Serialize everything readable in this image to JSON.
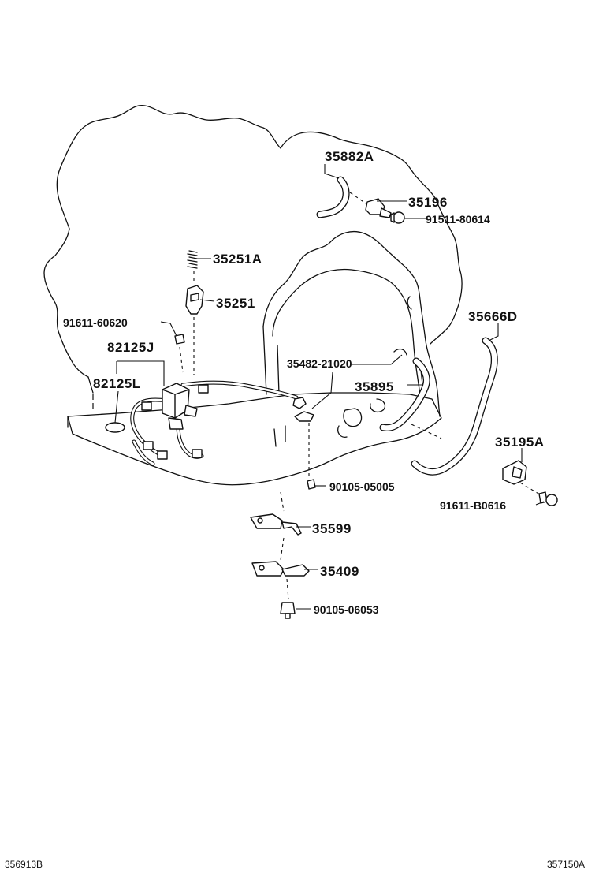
{
  "labels": {
    "p35882A": "35882A",
    "p35196": "35196",
    "p91511": "91511-80614",
    "p35251A": "35251A",
    "p35251": "35251",
    "p91611_60620": "91611-60620",
    "p82125J": "82125J",
    "p82125L": "82125L",
    "p35482": "35482-21020",
    "p35895": "35895",
    "p35666D": "35666D",
    "p35195A": "35195A",
    "p90105_05005": "90105-05005",
    "p91611_B0616": "91611-B0616",
    "p35599": "35599",
    "p35409": "35409",
    "p90105_06053": "90105-06053"
  },
  "footer": {
    "left_code": "356913B",
    "right_code": "357150A"
  },
  "colors": {
    "line": "#111111",
    "background": "#ffffff"
  }
}
